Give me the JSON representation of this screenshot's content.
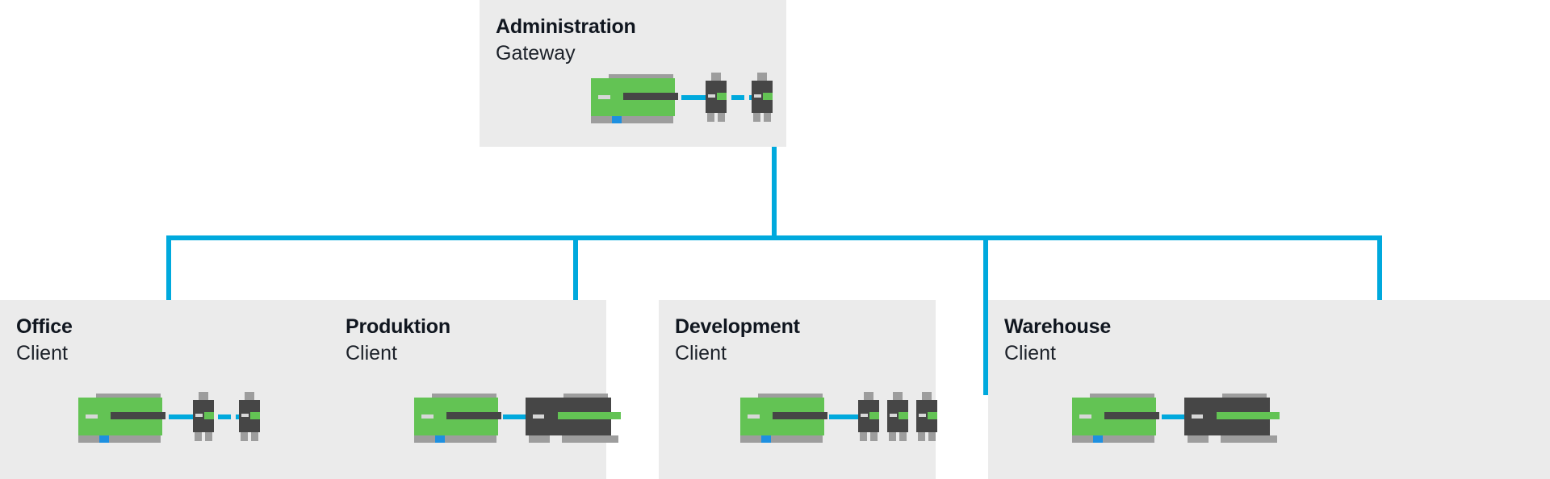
{
  "diagram": {
    "title_visible": false,
    "accent_color": "#00a9dd",
    "device_green": "#63c354",
    "device_dark": "#464646",
    "device_gray": "#9d9d9d",
    "card_bg": "#ebebeb",
    "page_bg": "#ffffff",
    "text_color": "#10161f"
  },
  "nodes": {
    "gateway": {
      "title": "Administration",
      "subtitle": "Gateway",
      "role": "Gateway",
      "devices": [
        {
          "type": "plc-green",
          "label": "controller"
        },
        {
          "type": "module-small",
          "label": "io-module"
        },
        {
          "type": "module-small",
          "label": "io-module"
        }
      ],
      "link_style_inner": "solid-then-dashed"
    },
    "clients": [
      {
        "title": "Office",
        "subtitle": "Client",
        "role": "Client",
        "devices": [
          {
            "type": "plc-green",
            "label": "controller"
          },
          {
            "type": "module-small",
            "label": "io-module"
          },
          {
            "type": "module-small",
            "label": "io-module"
          }
        ],
        "link_style_inner": "solid-then-dashed"
      },
      {
        "title": "Produktion",
        "subtitle": "Client",
        "role": "Client",
        "devices": [
          {
            "type": "plc-green",
            "label": "controller"
          },
          {
            "type": "plc-dark",
            "label": "expansion-unit"
          }
        ],
        "link_style_inner": "solid"
      },
      {
        "title": "Development",
        "subtitle": "Client",
        "role": "Client",
        "devices": [
          {
            "type": "plc-green",
            "label": "controller"
          },
          {
            "type": "module-small",
            "label": "io-module"
          },
          {
            "type": "module-small",
            "label": "io-module"
          },
          {
            "type": "module-small",
            "label": "io-module"
          }
        ],
        "link_style_inner": "solid"
      },
      {
        "title": "Warehouse",
        "subtitle": "Client",
        "role": "Client",
        "devices": [
          {
            "type": "plc-green",
            "label": "controller"
          },
          {
            "type": "plc-dark",
            "label": "expansion-unit"
          }
        ],
        "link_style_inner": "solid"
      }
    ]
  }
}
